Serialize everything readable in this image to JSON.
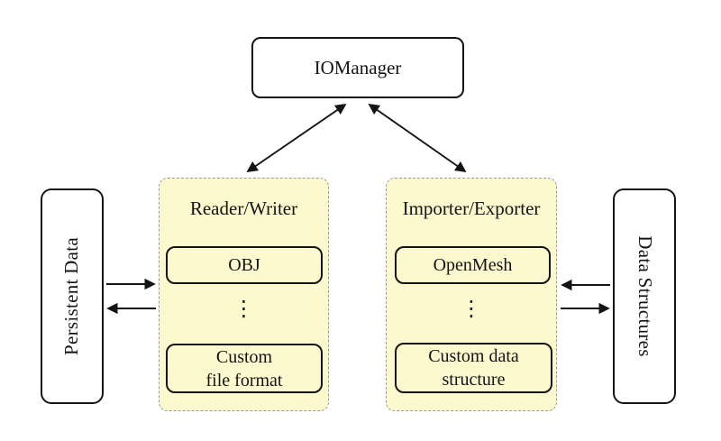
{
  "colors": {
    "group_fill": "#fcf9cf",
    "group_border": "#9a9a9a",
    "node_border": "#141414",
    "node_fill": "#ffffff",
    "arrow": "#141414"
  },
  "nodes": {
    "io_manager": "IOManager",
    "persistent_data": "Persistent Data",
    "data_structures": "Data Structures"
  },
  "groups": {
    "reader_writer": {
      "label": "Reader/Writer",
      "items": [
        "OBJ",
        "Custom\nfile format"
      ],
      "ellipsis": "⋮"
    },
    "importer_exporter": {
      "label": "Importer/Exporter",
      "items": [
        "OpenMesh",
        "Custom data\nstructure"
      ],
      "ellipsis": "⋮"
    }
  }
}
